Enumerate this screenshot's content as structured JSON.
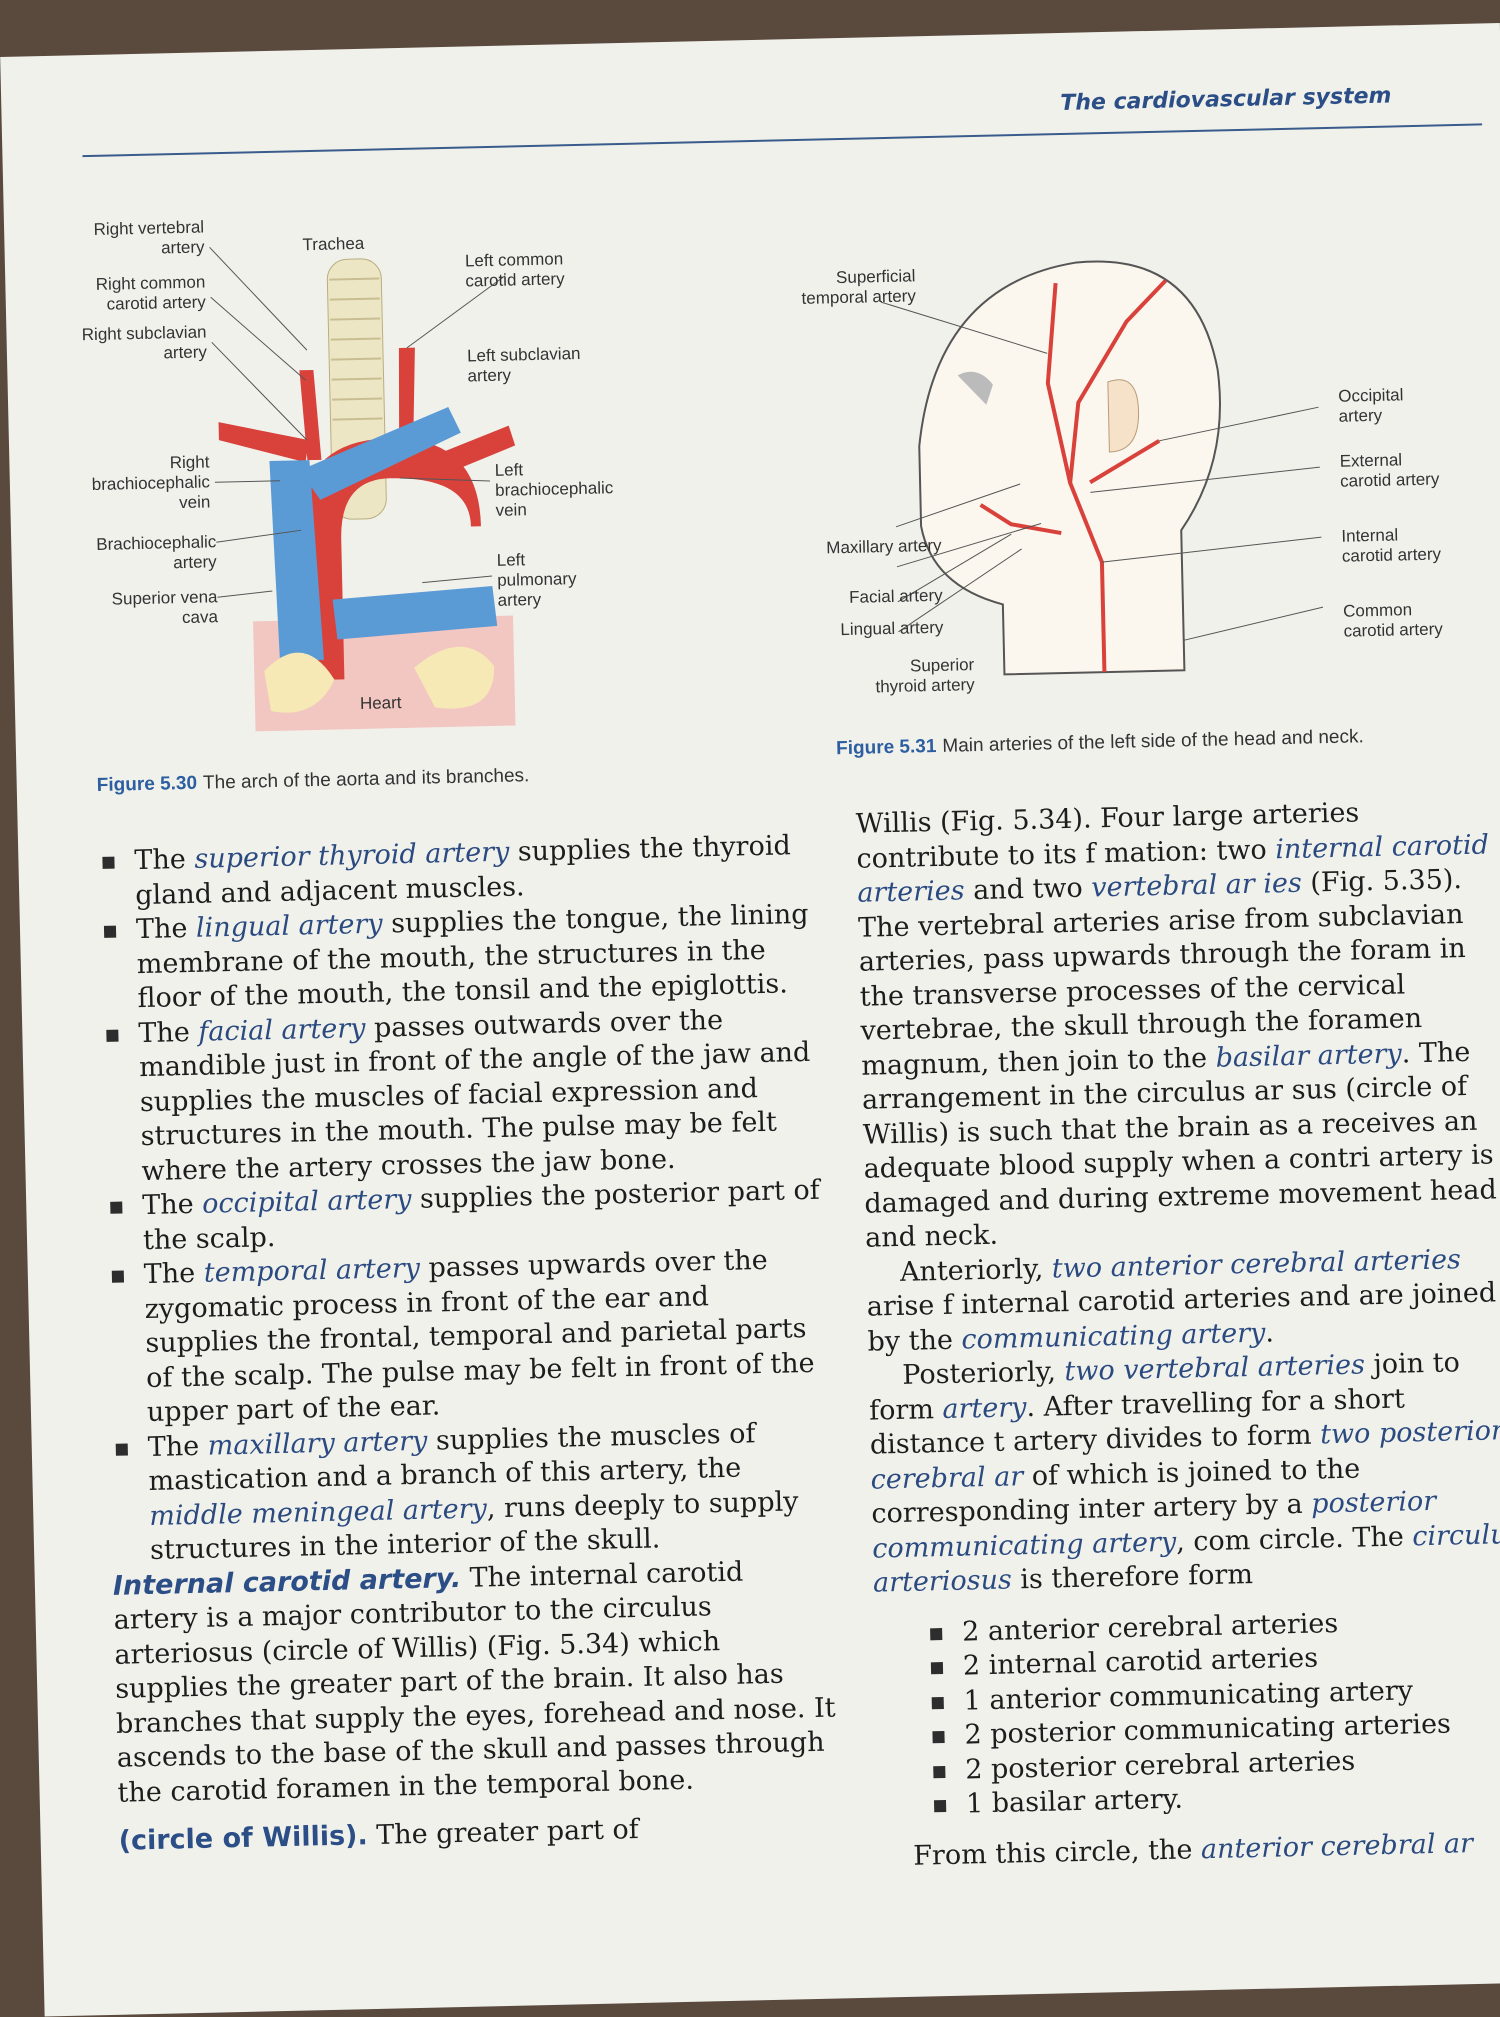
{
  "header": {
    "running_head": "The cardiovascular system"
  },
  "fig530": {
    "labels": {
      "right_vertebral": "Right vertebral artery",
      "trachea": "Trachea",
      "left_common_carotid": "Left common carotid artery",
      "right_common_carotid": "Right common carotid artery",
      "right_subclavian": "Right subclavian artery",
      "left_subclavian": "Left subclavian artery",
      "right_brachiocephalic_vein": "Right brachiocephalic vein",
      "left_brachiocephalic_vein": "Left brachiocephalic vein",
      "brachiocephalic_artery": "Brachiocephalic artery",
      "left_pulmonary": "Left pulmonary artery",
      "svc": "Superior vena cava",
      "heart": "Heart"
    },
    "caption_num": "Figure 5.30",
    "caption_text": "The arch of the aorta and its branches."
  },
  "fig531": {
    "labels": {
      "superficial_temporal": "Superficial temporal artery",
      "occipital": "Occipital artery",
      "external_carotid": "External carotid artery",
      "maxillary": "Maxillary artery",
      "internal_carotid": "Internal carotid artery",
      "facial": "Facial artery",
      "lingual": "Lingual artery",
      "common_carotid": "Common carotid artery",
      "superior_thyroid": "Superior thyroid artery"
    },
    "caption_num": "Figure 5.31",
    "caption_text": "Main arteries of the left side of the head and neck."
  },
  "left_col": {
    "bullets": [
      {
        "a": "The ",
        "i": "superior thyroid artery",
        "b": " supplies the thyroid gland and adjacent muscles."
      },
      {
        "a": "The ",
        "i": "lingual artery",
        "b": " supplies the tongue, the lining membrane of the mouth, the structures in the floor of the mouth, the tonsil and the epiglottis."
      },
      {
        "a": "The ",
        "i": "facial artery",
        "b": " passes outwards over the mandible just in front of the angle of the jaw and supplies the muscles of facial expression and structures in the mouth. The pulse may be felt where the artery crosses the jaw bone."
      },
      {
        "a": "The ",
        "i": "occipital artery",
        "b": " supplies the posterior part of the scalp."
      },
      {
        "a": "The ",
        "i": "temporal artery",
        "b": " passes upwards over the zygomatic process in front of the ear and supplies the frontal, temporal and parietal parts of the scalp. The pulse may be felt in front of the upper part of the ear."
      }
    ],
    "maxillary_a": "The ",
    "maxillary_i1": "maxillary artery",
    "maxillary_b": " supplies the muscles of mastication and a branch of this artery, the ",
    "maxillary_i2": "middle meningeal artery",
    "maxillary_c": ", runs deeply to supply structures in the interior of the skull.",
    "ica_heading": "Internal carotid artery.",
    "ica_text": " The internal carotid artery is a major contributor to the circulus arteriosus (circle of Willis) (Fig. 5.34) which supplies the greater part of the brain. It also has branches that supply the eyes, forehead and nose. It ascends to the base of the skull and passes through the carotid foramen in the temporal bone.",
    "bottom_heading": "(circle of Willis).",
    "bottom_text": " The greater part of"
  },
  "right_col": {
    "p1_a": "Willis (Fig. 5.34). Four large arteries contribute to its f",
    "p1_b": "mation: two ",
    "p1_i1": "internal carotid arteries",
    "p1_c": " and two ",
    "p1_i2": "vertebral ar",
    "p1_i3": "ies",
    "p1_d": " (Fig. 5.35). The vertebral arteries arise from subclavian arteries, pass upwards through the foram in the transverse processes of the cervical vertebrae, the skull through the foramen magnum, then join to the ",
    "p1_i4": "basilar artery",
    "p1_e": ". The arrangement in the circulus ar sus (circle of Willis) is such that the brain as a receives an adequate blood supply when a contri artery is damaged and during extreme movement head and neck.",
    "p2_a": "Anteriorly, ",
    "p2_i1": "two anterior cerebral arteries",
    "p2_b": " arise f internal carotid arteries and are joined by the ",
    "p2_i2": "communicating artery",
    "p2_c": ".",
    "p3_a": "Posteriorly, ",
    "p3_i1": "two vertebral arteries",
    "p3_b": " join to form ",
    "p3_i2": "artery",
    "p3_c": ". After travelling for a short distance t artery divides to form ",
    "p3_i3": "two posterior cerebral ar",
    "p3_d": " of which is joined to the corresponding inter artery by a ",
    "p3_i4": "posterior communicating artery",
    "p3_e": ", com circle. The ",
    "p3_i5": "circulus arteriosus",
    "p3_f": " is therefore form",
    "list": [
      "2 anterior cerebral arteries",
      "2 internal carotid arteries",
      "1 anterior communicating artery",
      "2 posterior communicating arteries",
      "2 posterior cerebral arteries",
      "1 basilar artery."
    ],
    "bottom_a": "From this circle, the ",
    "bottom_i": "anterior cerebral ar"
  },
  "colors": {
    "accent": "#2c5ea0",
    "artery": "#d9413b",
    "vein": "#5b9bd5",
    "paper": "#f1f1ec"
  }
}
